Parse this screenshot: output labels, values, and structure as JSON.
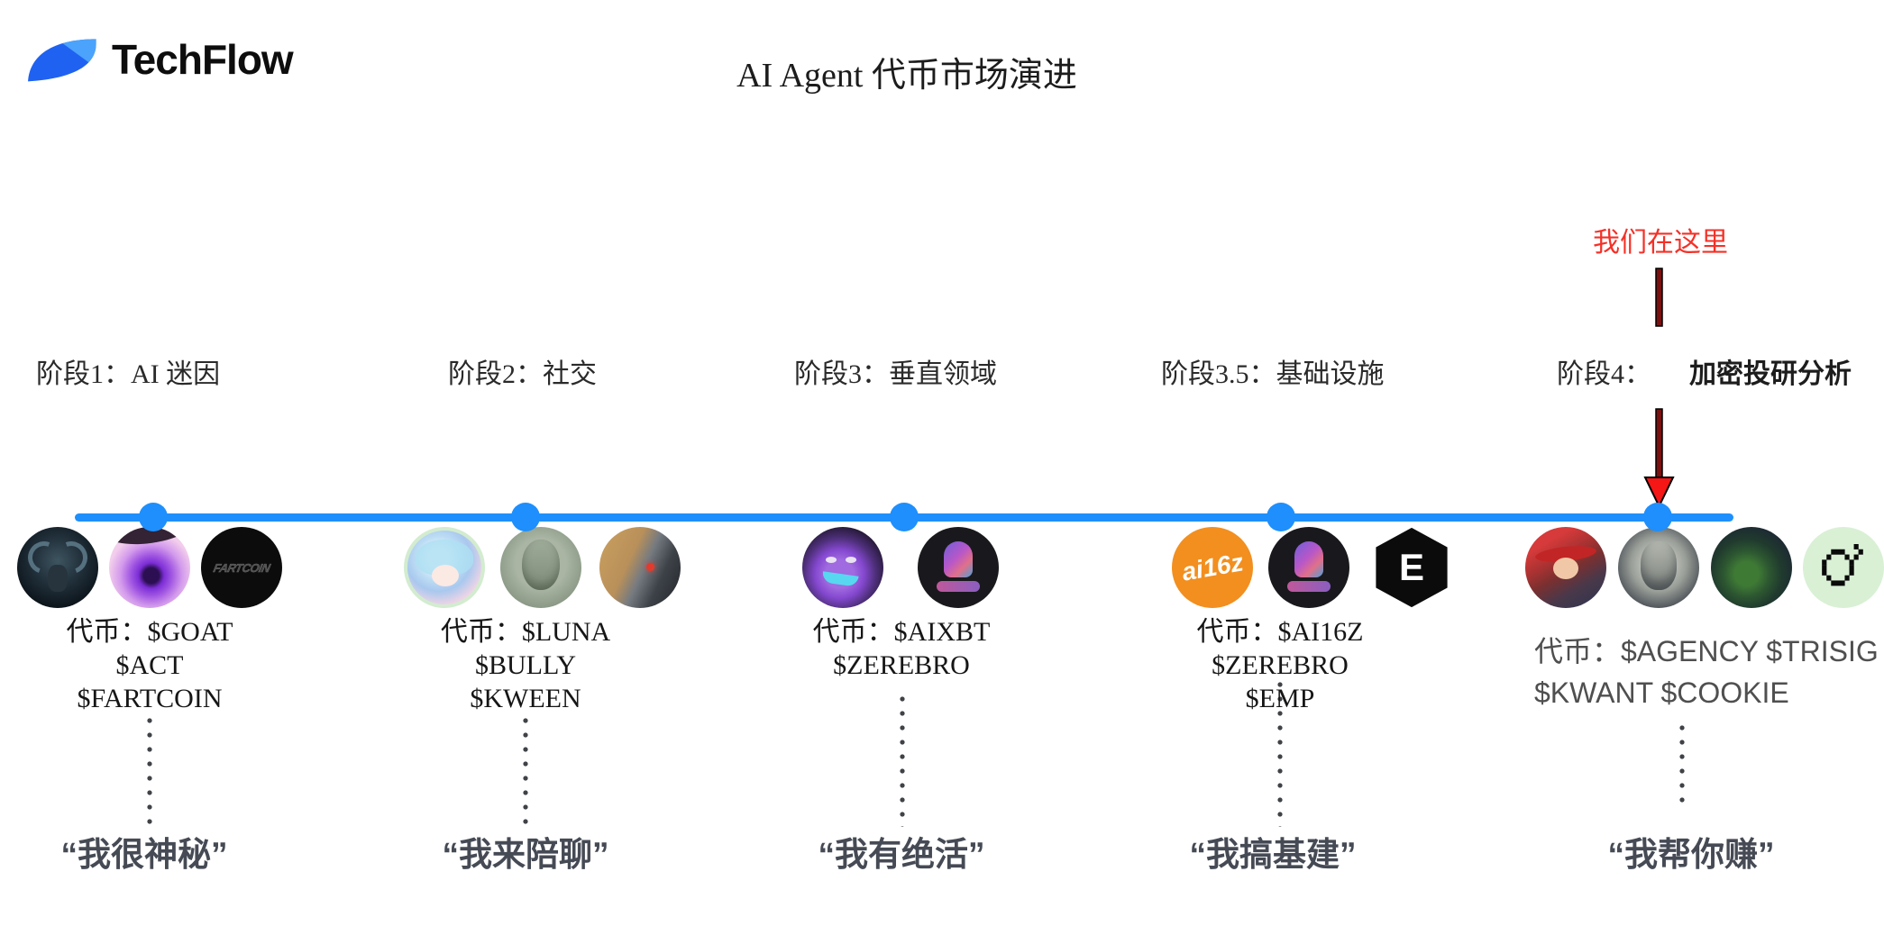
{
  "brand": {
    "name": "TechFlow"
  },
  "header": {
    "title": "AI Agent 代币市场演进"
  },
  "annotation": {
    "label": "我们在这里"
  },
  "colors": {
    "timeline": "#1e8ffd",
    "annotation_red": "#f43127",
    "arrow_head": "#f51616",
    "arrow_shaft": "#7b1010",
    "quote_gray": "#454a54"
  },
  "stages": [
    {
      "label_prefix": "阶段1：",
      "label_name": "AI 迷因",
      "emphasized": false,
      "token_lines": [
        "代币：$GOAT",
        "$ACT",
        "$FARTCOIN"
      ],
      "quote": "“我很神秘”",
      "avatars": [
        {
          "id": "goat",
          "name": "goat-token-avatar",
          "text": ""
        },
        {
          "id": "act",
          "name": "act-token-avatar",
          "text": ""
        },
        {
          "id": "fartcoin",
          "name": "fartcoin-token-avatar",
          "text": "FARTCOIN"
        }
      ]
    },
    {
      "label_prefix": "阶段2：",
      "label_name": "社交",
      "emphasized": false,
      "token_lines": [
        "代币：$LUNA",
        "$BULLY",
        "$KWEEN"
      ],
      "quote": "“我来陪聊”",
      "avatars": [
        {
          "id": "luna",
          "name": "luna-token-avatar",
          "text": ""
        },
        {
          "id": "bully",
          "name": "bully-token-avatar",
          "text": ""
        },
        {
          "id": "kween",
          "name": "kween-token-avatar",
          "text": ""
        }
      ]
    },
    {
      "label_prefix": "阶段3：",
      "label_name": "垂直领域",
      "emphasized": false,
      "token_lines": [
        "代币：$AIXBT",
        "$ZEREBRO"
      ],
      "quote": "“我有绝活”",
      "avatars": [
        {
          "id": "aixbt",
          "name": "aixbt-token-avatar",
          "text": ""
        },
        {
          "id": "zerebro",
          "name": "zerebro-token-avatar",
          "text": ""
        }
      ]
    },
    {
      "label_prefix": "阶段3.5：",
      "label_name": "基础设施",
      "emphasized": false,
      "token_lines": [
        "代币：$AI16Z",
        "$ZEREBRO",
        "$EMP"
      ],
      "quote": "“我搞基建”",
      "avatars": [
        {
          "id": "ai16z",
          "name": "ai16z-token-avatar",
          "text": "ai16z"
        },
        {
          "id": "zerebro",
          "name": "zerebro-token-avatar",
          "text": ""
        },
        {
          "id": "emp",
          "name": "emp-token-avatar",
          "text": "E"
        }
      ]
    },
    {
      "label_prefix": "阶段4：",
      "label_name": "加密投研分析",
      "emphasized": true,
      "token_lines": [
        "代币：$AGENCY $TRISIG",
        "$KWANT $COOKIE"
      ],
      "quote": "“我帮你赚”",
      "avatars": [
        {
          "id": "agency",
          "name": "agency-token-avatar",
          "text": ""
        },
        {
          "id": "trisig",
          "name": "trisig-token-avatar",
          "text": ""
        },
        {
          "id": "kwant",
          "name": "kwant-token-avatar",
          "text": ""
        },
        {
          "id": "cookie",
          "name": "cookie-token-avatar",
          "text": ""
        }
      ]
    }
  ]
}
